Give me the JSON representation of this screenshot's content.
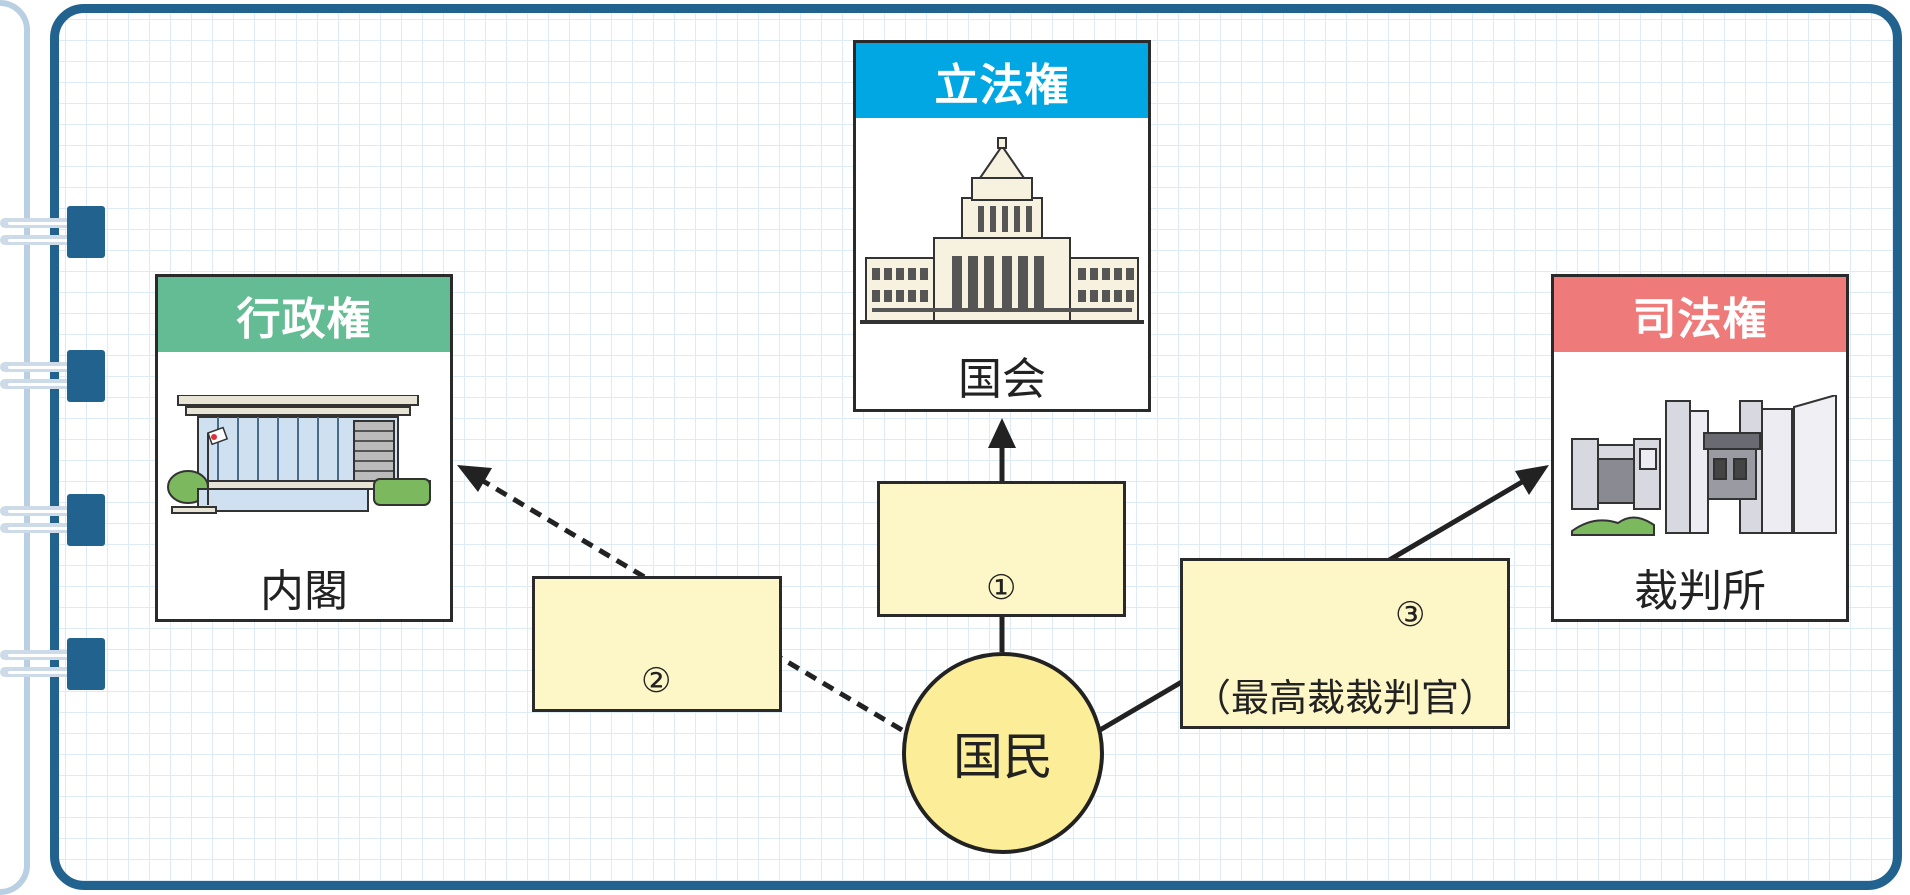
{
  "powers": {
    "legislative": {
      "title": "立法権",
      "org": "国会",
      "color": "#00a7e3",
      "icon": "national-diet-building-icon"
    },
    "executive": {
      "title": "行政権",
      "org": "内閣",
      "color": "#63bc94",
      "icon": "cabinet-office-building-icon"
    },
    "judicial": {
      "title": "司法権",
      "org": "裁判所",
      "color": "#ef7a7a",
      "icon": "supreme-court-building-icon"
    }
  },
  "people": {
    "label": "国民",
    "color": "#fcee98"
  },
  "blanks": {
    "one": {
      "number": "①"
    },
    "two": {
      "number": "②"
    },
    "three": {
      "number": "③",
      "detail": "（最高裁裁判官）"
    }
  },
  "colors": {
    "frame": "#21628f",
    "grid": "#dcebf6",
    "note": "#fdf7c8"
  }
}
